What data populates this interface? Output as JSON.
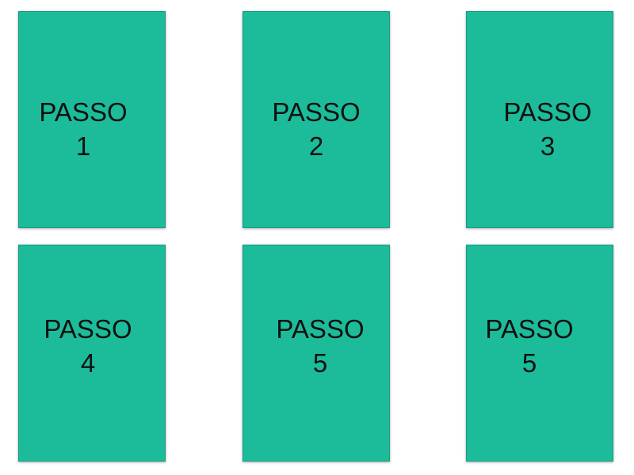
{
  "cards": [
    {
      "title": "PASSO",
      "number": "1"
    },
    {
      "title": "PASSO",
      "number": "2"
    },
    {
      "title": "PASSO",
      "number": "3"
    },
    {
      "title": "PASSO",
      "number": "4"
    },
    {
      "title": "PASSO",
      "number": "5"
    },
    {
      "title": "PASSO",
      "number": "5"
    }
  ],
  "colors": {
    "card_fill": "#1cbc9a",
    "card_border": "#169c80",
    "text": "#111111",
    "background": "#ffffff"
  }
}
